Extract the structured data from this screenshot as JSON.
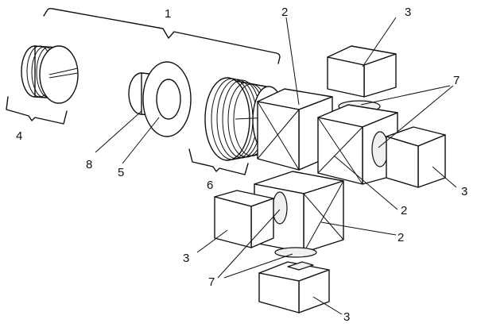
{
  "figure": {
    "labels": {
      "l1": "1",
      "l2a": "2",
      "l2b": "2",
      "l2c": "2",
      "l3a": "3",
      "l3b": "3",
      "l3c": "3",
      "l3d": "3",
      "l4": "4",
      "l5": "5",
      "l6": "6",
      "l7a": "7",
      "l7b": "7",
      "l8": "8"
    }
  }
}
